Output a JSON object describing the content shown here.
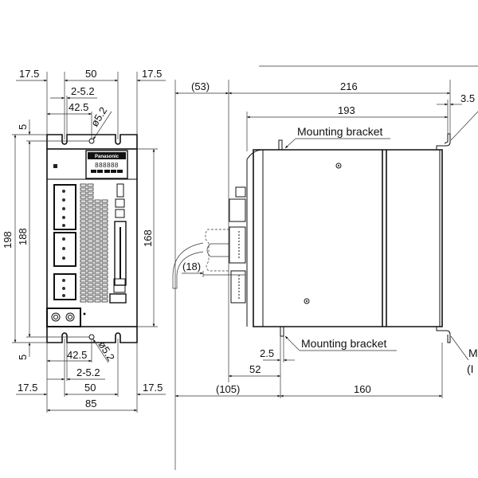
{
  "front_view": {
    "top_dims": {
      "left_margin": "17.5",
      "slot_pitch": "50",
      "right_margin": "17.5",
      "slot_count": "2-5.2",
      "hole_offset": "42.5",
      "hole_dia": "ø5.2"
    },
    "bottom_dims": {
      "hole_offset": "42.5",
      "hole_dia": "ø5.2",
      "slot_count": "2-5.2",
      "left_margin": "17.5",
      "slot_pitch": "50",
      "right_margin": "17.5",
      "width": "85"
    },
    "height_dims": {
      "overall": "198",
      "hole_pitch": "188",
      "body": "168",
      "top_offset": "5",
      "bottom_offset": "5"
    },
    "brand": "Panasonic",
    "display_digits": "888888"
  },
  "side_view": {
    "depth_overall": "216",
    "front_protrusion": "(53)",
    "bracket_depth": "193",
    "bracket_offset": "3.5",
    "bracket_label_top": "Mounting bracket",
    "bracket_label_bottom": "Mounting bracket",
    "cable_clearance": "(18)",
    "bracket_thickness": "2.5",
    "front_to_bracket": "52",
    "cable_space": "(105)",
    "body_depth": "160",
    "right_label_line1": "M",
    "right_label_line2": "(I"
  }
}
